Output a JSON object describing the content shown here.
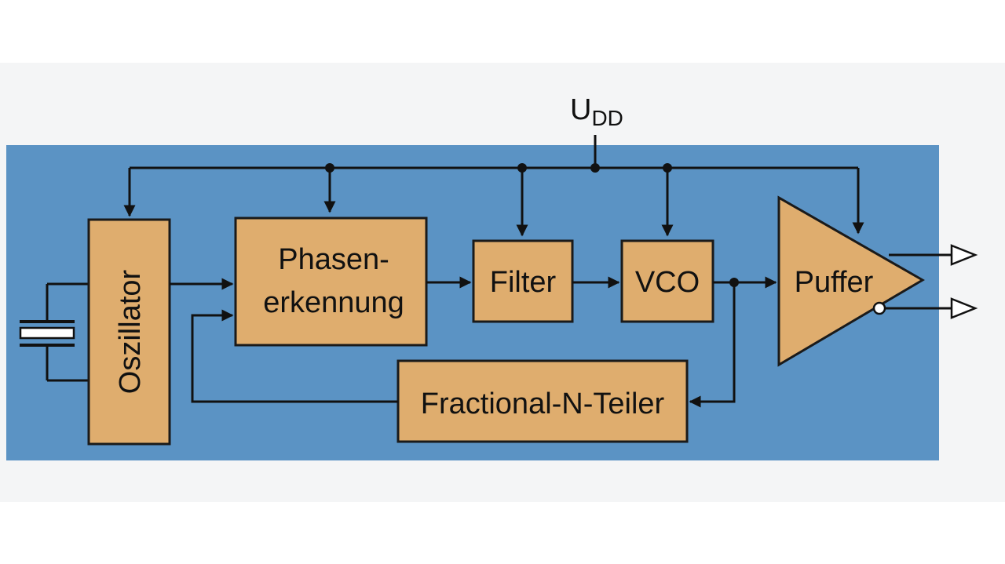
{
  "diagram": {
    "supply": {
      "main": "U",
      "sub": "DD"
    },
    "blocks": {
      "oscillator": "Oszillator",
      "phase_detector_line1": "Phasen-",
      "phase_detector_line2": "erkennung",
      "filter": "Filter",
      "vco": "VCO",
      "buffer": "Puffer",
      "divider": "Fractional-N-Teiler"
    },
    "colors": {
      "background_panel": "#5b93c4",
      "block_fill": "#dfad6e",
      "line": "#111111",
      "output_arrow_fill": "#ffffff"
    }
  }
}
